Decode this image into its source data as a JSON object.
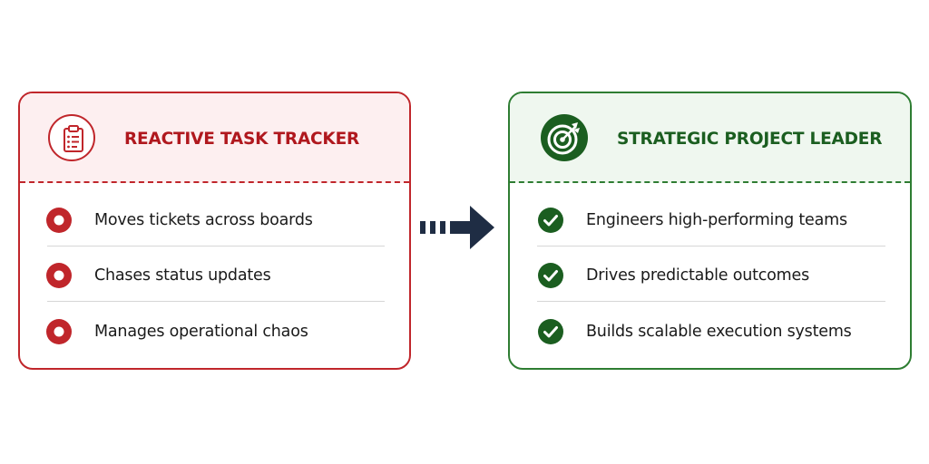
{
  "left_card": {
    "title": "REACTIVE TASK TRACKER",
    "icon": "clipboard-icon",
    "items": [
      {
        "label": "Moves tickets across boards"
      },
      {
        "label": "Chases status updates"
      },
      {
        "label": "Manages operational chaos"
      }
    ],
    "accent": "#c0262b"
  },
  "right_card": {
    "title": "STRATEGIC PROJECT LEADER",
    "icon": "target-icon",
    "items": [
      {
        "label": "Engineers high-performing teams"
      },
      {
        "label": "Drives predictable outcomes"
      },
      {
        "label": "Builds scalable execution systems"
      }
    ],
    "accent": "#2e7d32"
  },
  "transition_icon": "dashed-right-arrow-icon"
}
